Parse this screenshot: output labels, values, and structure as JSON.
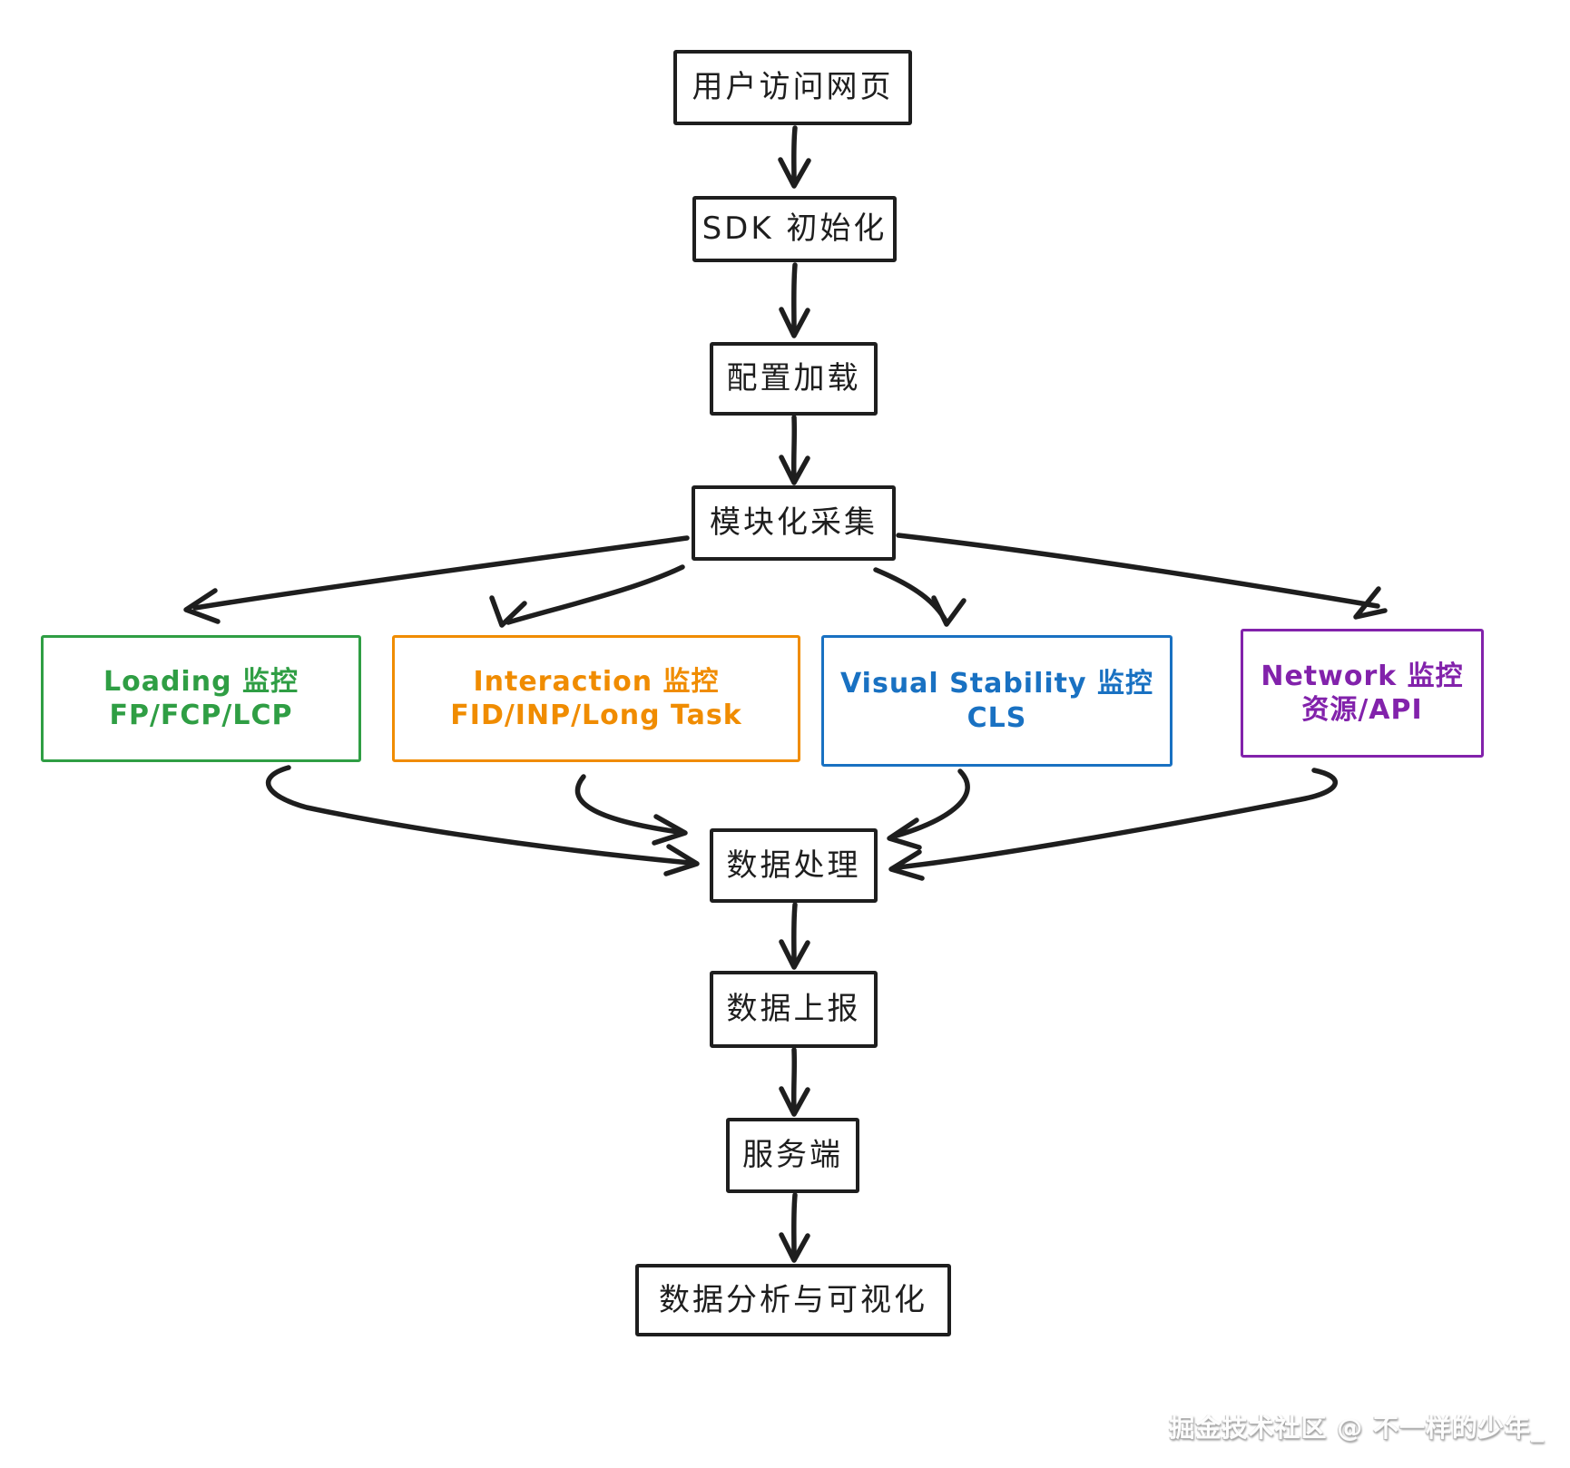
{
  "colors": {
    "ink": "#1e1e1e",
    "loading_green": "#2f9e44",
    "interaction_orange": "#f08c00",
    "visual_blue": "#1971c2",
    "network_purple": "#8222ab",
    "background": "#ffffff"
  },
  "flow": {
    "nodes": {
      "user_visit": {
        "label": "用户访问网页"
      },
      "sdk_init": {
        "label": "SDK 初始化"
      },
      "config_load": {
        "label": "配置加载"
      },
      "modular_collect": {
        "label": "模块化采集"
      },
      "loading_monitor": {
        "line1": "Loading 监控",
        "line2": "FP/FCP/LCP"
      },
      "interaction_monitor": {
        "line1": "Interaction 监控",
        "line2": "FID/INP/Long Task"
      },
      "visual_stability_monitor": {
        "line1": "Visual Stability 监控CLS"
      },
      "network_monitor": {
        "line1": "Network 监控",
        "line2": "资源/API"
      },
      "data_process": {
        "label": "数据处理"
      },
      "data_report": {
        "label": "数据上报"
      },
      "server_side": {
        "label": "服务端"
      },
      "data_analysis": {
        "label": "数据分析与可视化"
      }
    }
  },
  "watermark": {
    "text": "掘金技术社区 @ 不一样的少年_"
  }
}
